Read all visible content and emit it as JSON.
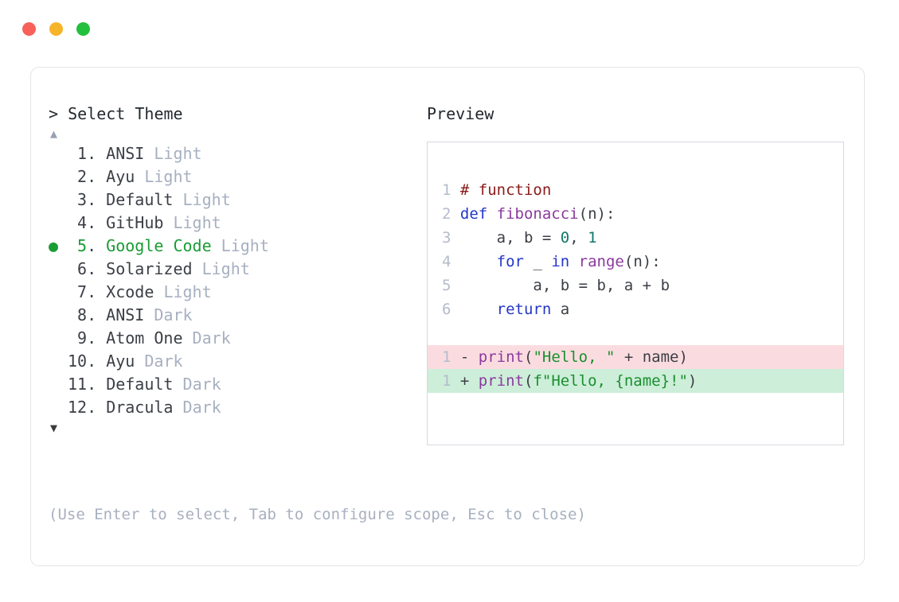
{
  "window": {
    "traffic_lights": [
      {
        "name": "close",
        "color": "#f8605a"
      },
      {
        "name": "minimize",
        "color": "#f6b429"
      },
      {
        "name": "maximize",
        "color": "#22c03c"
      }
    ]
  },
  "selector": {
    "prompt_symbol": "> ",
    "prompt_title": "Select Theme",
    "scroll_up_glyph": "▲",
    "scroll_down_glyph": "▼",
    "selected_index": 5,
    "bullet_glyph": "●",
    "selected_color": "#1a9c35",
    "variant_color": "#a7b0c0",
    "items": [
      {
        "index": "1",
        "name": "ANSI",
        "variant": "Light",
        "selected": false
      },
      {
        "index": "2",
        "name": "Ayu",
        "variant": "Light",
        "selected": false
      },
      {
        "index": "3",
        "name": "Default",
        "variant": "Light",
        "selected": false
      },
      {
        "index": "4",
        "name": "GitHub",
        "variant": "Light",
        "selected": false
      },
      {
        "index": "5",
        "name": "Google Code",
        "variant": "Light",
        "selected": true
      },
      {
        "index": "6",
        "name": "Solarized",
        "variant": "Light",
        "selected": false
      },
      {
        "index": "7",
        "name": "Xcode",
        "variant": "Light",
        "selected": false
      },
      {
        "index": "8",
        "name": "ANSI",
        "variant": "Dark",
        "selected": false
      },
      {
        "index": "9",
        "name": "Atom One",
        "variant": "Dark",
        "selected": false
      },
      {
        "index": "10",
        "name": "Ayu",
        "variant": "Dark",
        "selected": false
      },
      {
        "index": "11",
        "name": "Default",
        "variant": "Dark",
        "selected": false
      },
      {
        "index": "12",
        "name": "Dracula",
        "variant": "Dark",
        "selected": false
      }
    ]
  },
  "preview": {
    "label": "Preview",
    "code_lines": [
      {
        "num": "1",
        "tokens": [
          {
            "t": "# function",
            "c": "c-comment"
          }
        ]
      },
      {
        "num": "2",
        "tokens": [
          {
            "t": "def ",
            "c": "c-kw"
          },
          {
            "t": "fibonacci",
            "c": "c-fn"
          },
          {
            "t": "(n):",
            "c": "c-plain"
          }
        ]
      },
      {
        "num": "3",
        "tokens": [
          {
            "t": "    a, b = ",
            "c": "c-plain"
          },
          {
            "t": "0",
            "c": "c-num"
          },
          {
            "t": ", ",
            "c": "c-plain"
          },
          {
            "t": "1",
            "c": "c-num"
          }
        ]
      },
      {
        "num": "4",
        "tokens": [
          {
            "t": "    ",
            "c": "c-plain"
          },
          {
            "t": "for",
            "c": "c-kw"
          },
          {
            "t": " _ ",
            "c": "c-plain"
          },
          {
            "t": "in",
            "c": "c-kw"
          },
          {
            "t": " ",
            "c": "c-plain"
          },
          {
            "t": "range",
            "c": "c-fn"
          },
          {
            "t": "(n):",
            "c": "c-plain"
          }
        ]
      },
      {
        "num": "5",
        "tokens": [
          {
            "t": "        a, b = b, a + b",
            "c": "c-plain"
          }
        ]
      },
      {
        "num": "6",
        "tokens": [
          {
            "t": "    ",
            "c": "c-plain"
          },
          {
            "t": "return",
            "c": "c-kw"
          },
          {
            "t": " a",
            "c": "c-plain"
          }
        ]
      }
    ],
    "diff_lines": [
      {
        "num": "1",
        "kind": "diff-del",
        "marker": "- ",
        "tokens": [
          {
            "t": "print",
            "c": "c-fn"
          },
          {
            "t": "(",
            "c": "c-plain"
          },
          {
            "t": "\"Hello, \"",
            "c": "c-str"
          },
          {
            "t": " + name)",
            "c": "c-plain"
          }
        ]
      },
      {
        "num": "1",
        "kind": "diff-add",
        "marker": "+ ",
        "tokens": [
          {
            "t": "print",
            "c": "c-fn"
          },
          {
            "t": "(",
            "c": "c-plain"
          },
          {
            "t": "f\"Hello, {name}!\"",
            "c": "c-str"
          },
          {
            "t": ")",
            "c": "c-plain"
          }
        ]
      }
    ],
    "diff_del_bg": "#fadce0",
    "diff_add_bg": "#cdeed9"
  },
  "hint": "(Use Enter to select, Tab to configure scope, Esc to close)"
}
